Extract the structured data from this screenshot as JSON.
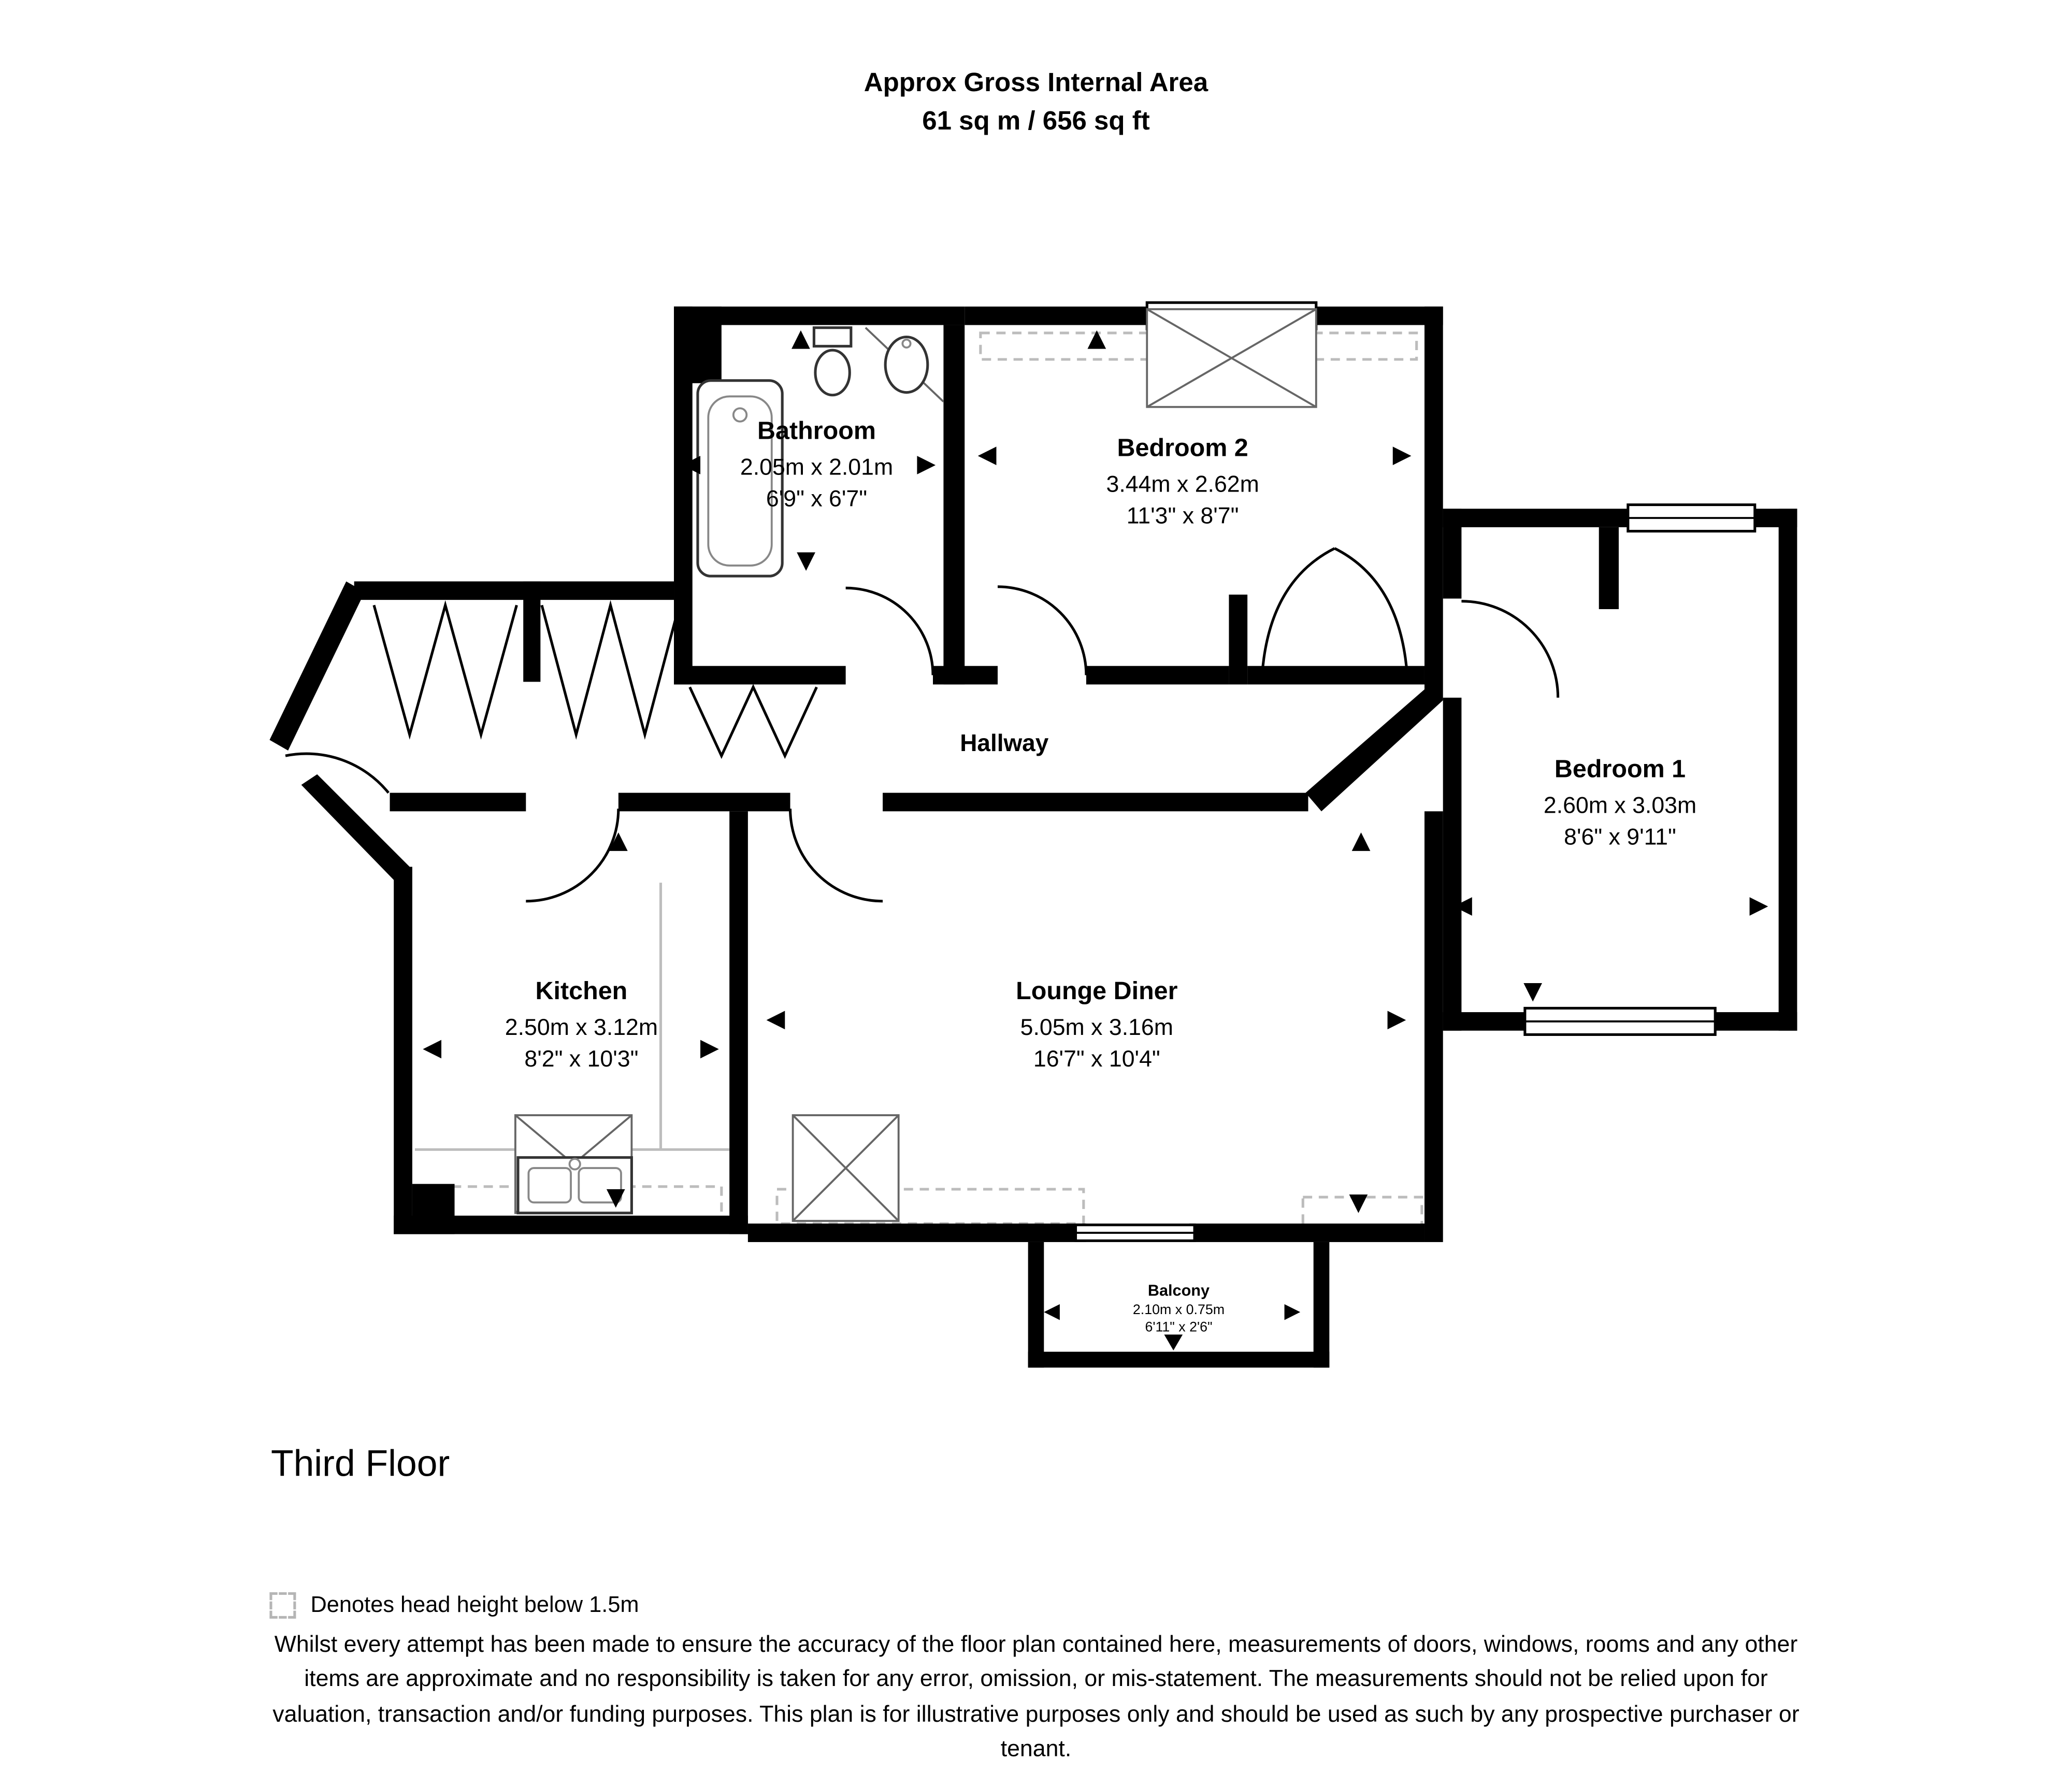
{
  "header": {
    "title": "Approx Gross Internal Area",
    "area": "61 sq m / 656 sq ft"
  },
  "rooms": {
    "bathroom": {
      "name": "Bathroom",
      "metric": "2.05m x 2.01m",
      "imperial": "6'9\" x 6'7\""
    },
    "bedroom2": {
      "name": "Bedroom 2",
      "metric": "3.44m x 2.62m",
      "imperial": "11'3\" x 8'7\""
    },
    "bedroom1": {
      "name": "Bedroom 1",
      "metric": "2.60m x 3.03m",
      "imperial": "8'6\" x 9'11\""
    },
    "hallway": {
      "name": "Hallway"
    },
    "kitchen": {
      "name": "Kitchen",
      "metric": "2.50m x 3.12m",
      "imperial": "8'2\" x 10'3\""
    },
    "lounge": {
      "name": "Lounge Diner",
      "metric": "5.05m x 3.16m",
      "imperial": "16'7\" x 10'4\""
    },
    "balcony": {
      "name": "Balcony",
      "metric": "2.10m x 0.75m",
      "imperial": "6'11\" x 2'6\""
    }
  },
  "floor_label": "Third Floor",
  "legend_text": "Denotes head height below 1.5m",
  "disclaimer": "Whilst every attempt has been made to ensure the accuracy of the floor plan contained here, measurements of doors, windows, rooms and any other items are approximate and no responsibility is taken for any error, omission, or mis-statement. The measurements should not be relied upon for valuation, transaction and/or funding purposes. This plan is for illustrative purposes only and should be used as such by any prospective purchaser or tenant.",
  "colors": {
    "wall": "#000000",
    "head_height_dash": "#bcbcbc"
  }
}
